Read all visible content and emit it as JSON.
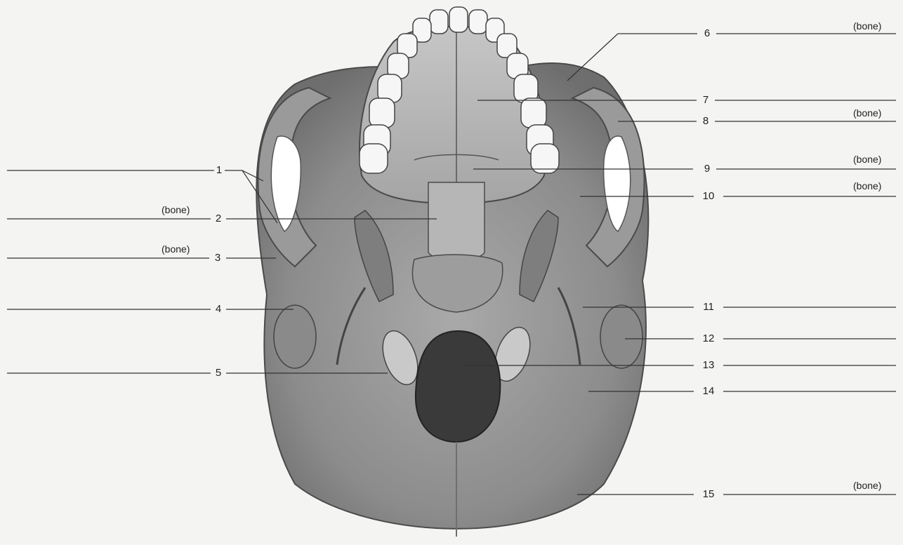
{
  "diagram": {
    "labels": {
      "n1": "1",
      "n2": "2",
      "n3": "3",
      "n4": "4",
      "n5": "5",
      "n6": "6",
      "n7": "7",
      "n8": "8",
      "n9": "9",
      "n10": "10",
      "n11": "11",
      "n12": "12",
      "n13": "13",
      "n14": "14",
      "n15": "15"
    },
    "bone_tag": "(bone)"
  }
}
